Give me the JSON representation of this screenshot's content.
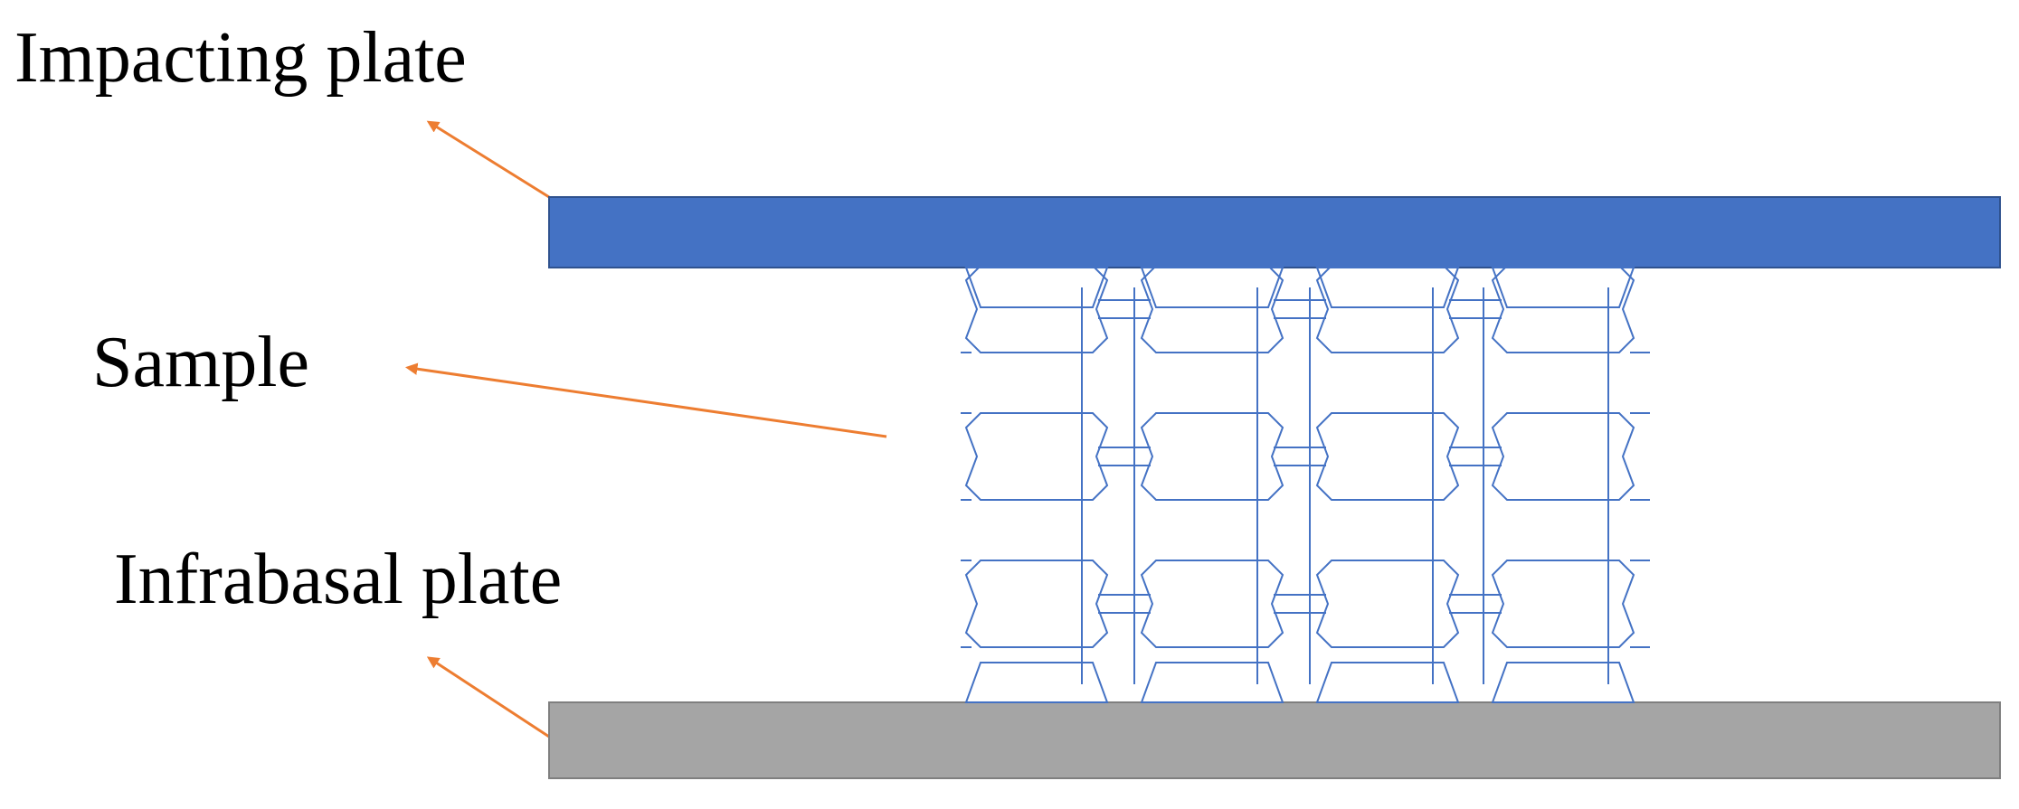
{
  "labels": {
    "impacting_plate": "Impacting plate",
    "sample": "Sample",
    "infrabasal_plate": "Infrabasal plate"
  },
  "colors": {
    "impacting_plate": "#4472C4",
    "infrabasal_plate": "#A5A5A5",
    "lattice": "#4472C4",
    "arrow": "#ED7D31"
  },
  "lattice": {
    "columns": 4,
    "rows": 3
  }
}
